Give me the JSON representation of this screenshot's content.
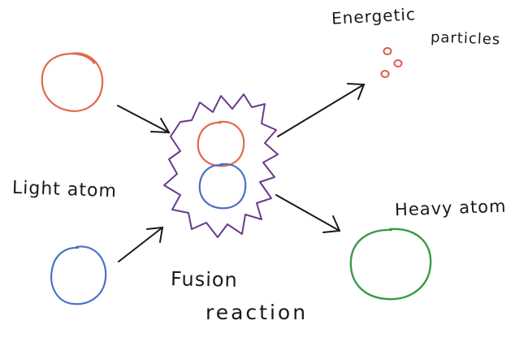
{
  "labels": {
    "energetic": "Energetic",
    "particles": "particles",
    "light_atom": "Light atom",
    "heavy_atom": "Heavy atom",
    "fusion": "Fusion",
    "reaction": "reaction"
  },
  "colors": {
    "light_atom_top": "#e06a4a",
    "light_atom_bottom": "#4a72c4",
    "heavy_atom": "#3a9a48",
    "particles": "#e05a4a",
    "burst": "#6a3a8c",
    "arrows": "#1a1a1a"
  }
}
